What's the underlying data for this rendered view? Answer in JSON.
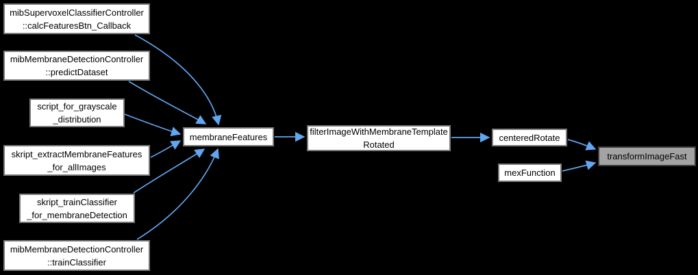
{
  "diagram": {
    "type": "call-graph",
    "colors": {
      "background": "#000000",
      "edge": "#60a6f0",
      "node_bg": "#ffffff",
      "node_border": "#7a7a7a",
      "node_text": "#000000",
      "highlight_bg": "#a3a3a3",
      "highlight_border": "#3d3d3d"
    },
    "nodes": [
      {
        "id": "calcFeaturesBtn_Callback",
        "label": "mibSupervoxelClassifierController\n::calcFeaturesBtn_Callback",
        "highlighted": false
      },
      {
        "id": "predictDataset",
        "label": "mibMembraneDetectionController\n::predictDataset",
        "highlighted": false
      },
      {
        "id": "script_for_grayscale_distribution",
        "label": "script_for_grayscale\n_distribution",
        "highlighted": false
      },
      {
        "id": "skript_extractMembraneFeatures_for_allImages",
        "label": "skript_extractMembraneFeatures\n_for_allImages",
        "highlighted": false
      },
      {
        "id": "skript_trainClassifier_for_membraneDetection",
        "label": "skript_trainClassifier\n_for_membraneDetection",
        "highlighted": false
      },
      {
        "id": "trainClassifier",
        "label": "mibMembraneDetectionController\n::trainClassifier",
        "highlighted": false
      },
      {
        "id": "membraneFeatures",
        "label": "membraneFeatures",
        "highlighted": false
      },
      {
        "id": "filterImageWithMembraneTemplateRotated",
        "label": "filterImageWithMembraneTemplate\nRotated",
        "highlighted": false
      },
      {
        "id": "centeredRotate",
        "label": "centeredRotate",
        "highlighted": false
      },
      {
        "id": "mexFunction",
        "label": "mexFunction",
        "highlighted": false
      },
      {
        "id": "transformImageFast",
        "label": "transformImageFast",
        "highlighted": true
      }
    ],
    "edges": [
      {
        "from": "calcFeaturesBtn_Callback",
        "to": "membraneFeatures"
      },
      {
        "from": "predictDataset",
        "to": "membraneFeatures"
      },
      {
        "from": "script_for_grayscale_distribution",
        "to": "membraneFeatures"
      },
      {
        "from": "skript_extractMembraneFeatures_for_allImages",
        "to": "membraneFeatures"
      },
      {
        "from": "skript_trainClassifier_for_membraneDetection",
        "to": "membraneFeatures"
      },
      {
        "from": "trainClassifier",
        "to": "membraneFeatures"
      },
      {
        "from": "membraneFeatures",
        "to": "filterImageWithMembraneTemplateRotated"
      },
      {
        "from": "filterImageWithMembraneTemplateRotated",
        "to": "centeredRotate"
      },
      {
        "from": "centeredRotate",
        "to": "transformImageFast"
      },
      {
        "from": "mexFunction",
        "to": "transformImageFast"
      }
    ]
  }
}
